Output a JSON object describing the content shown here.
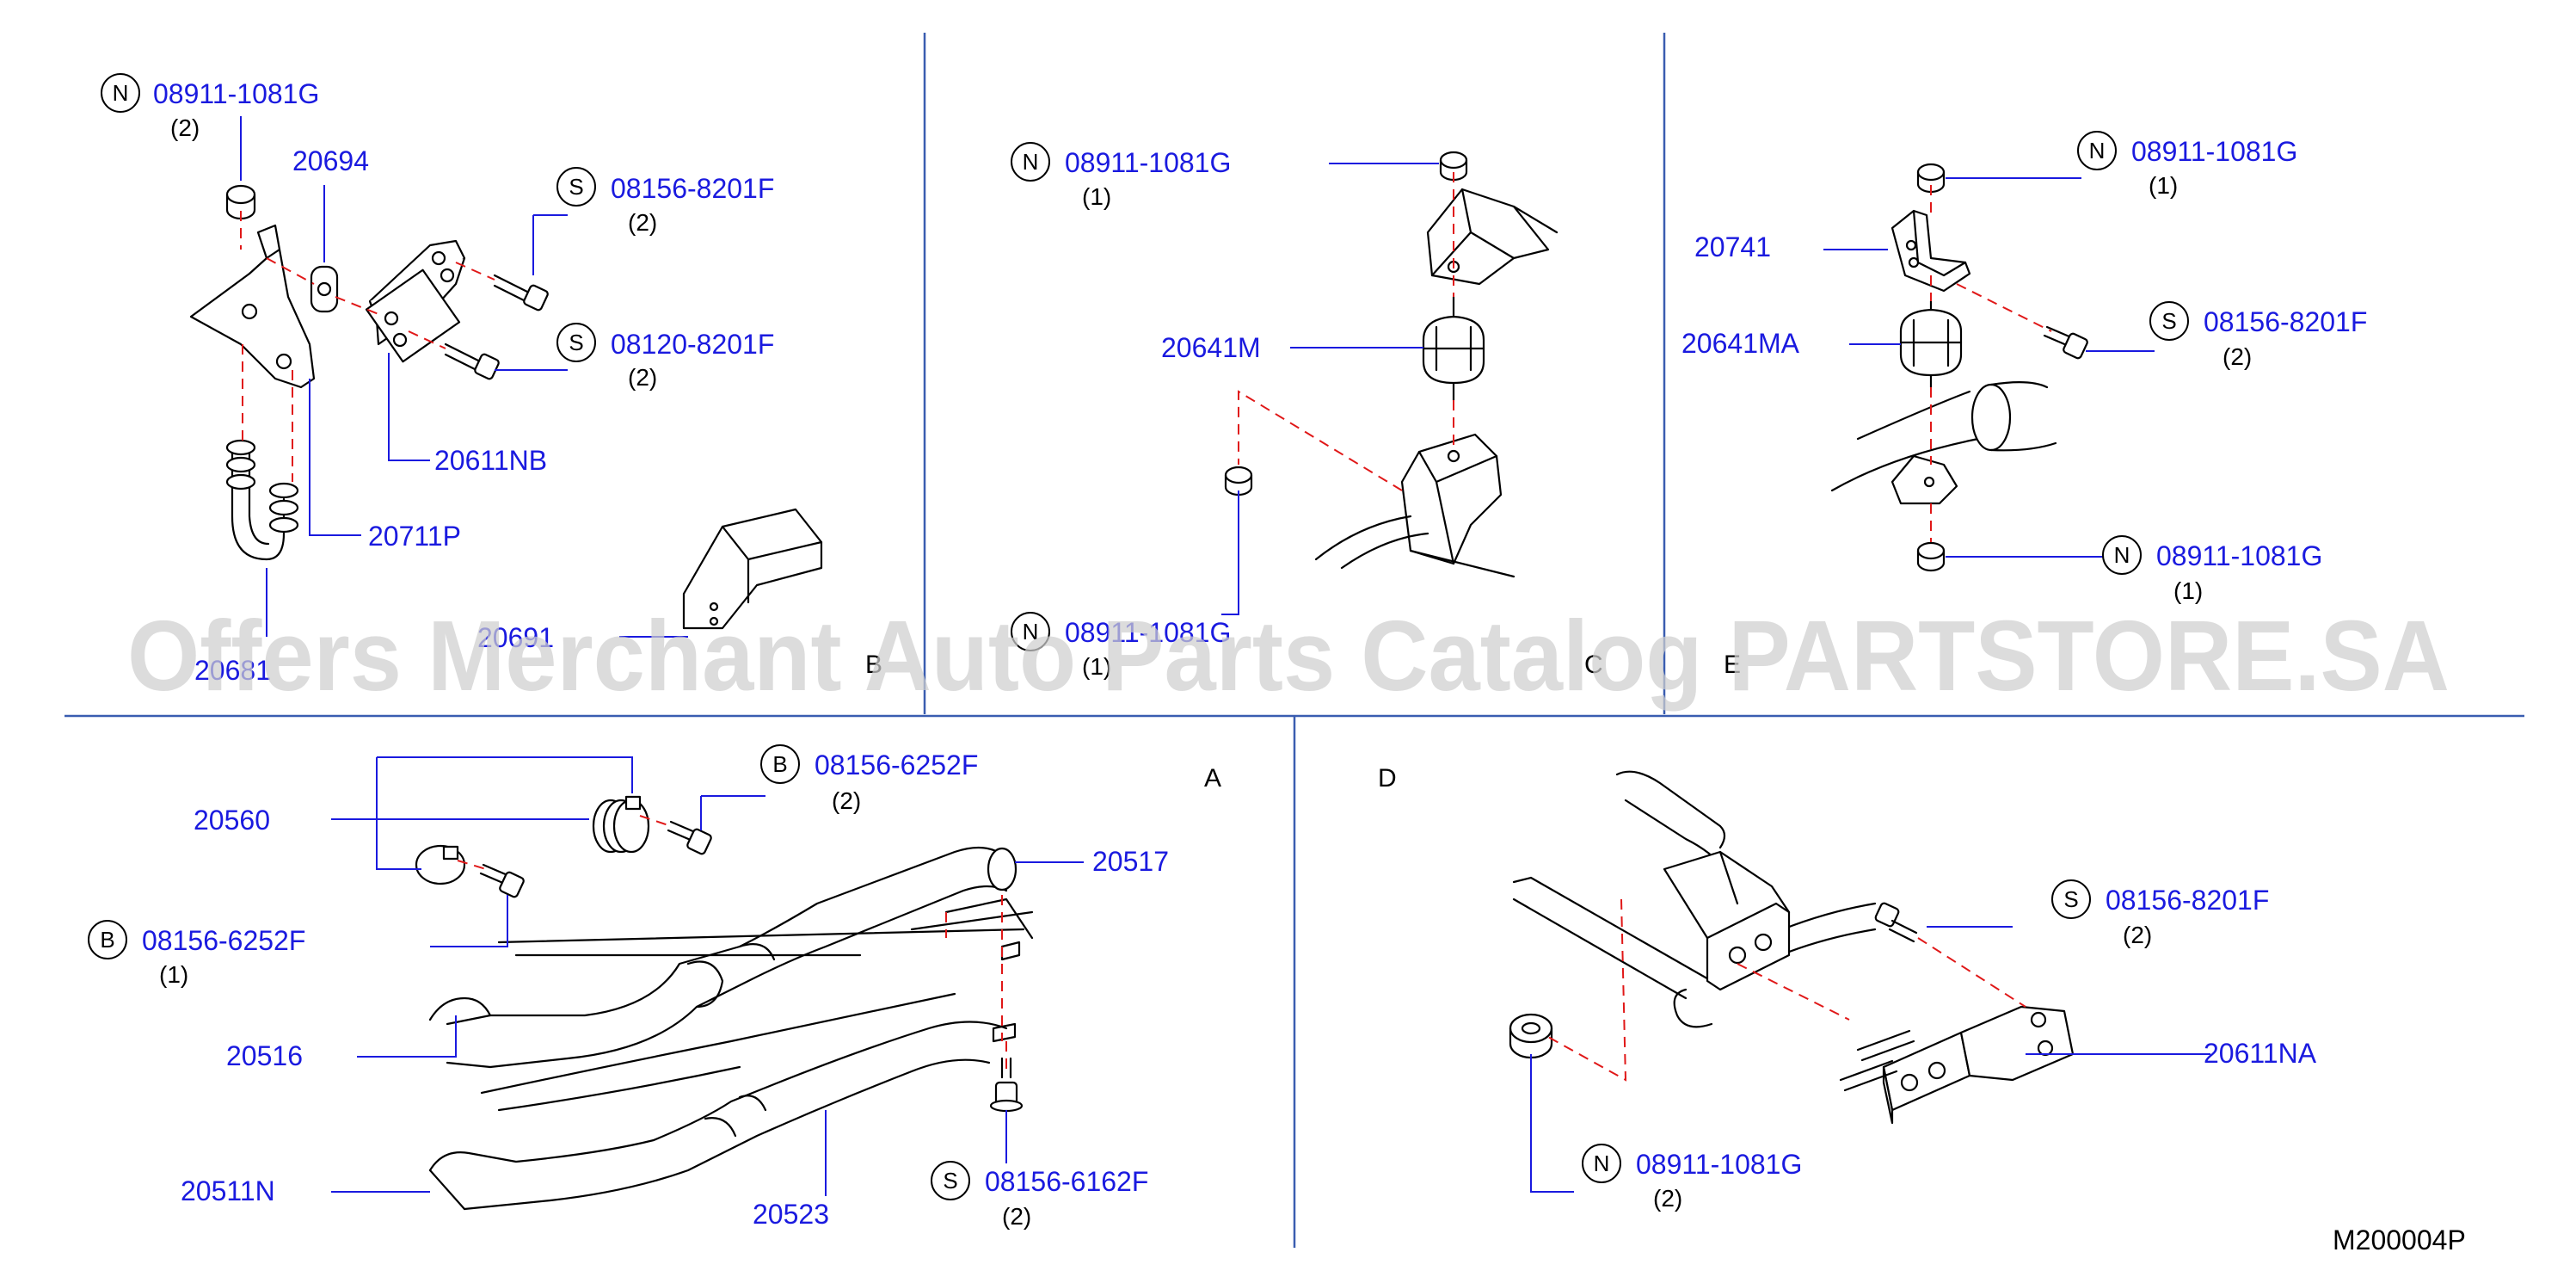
{
  "sections": {
    "a": "A",
    "b": "B",
    "c": "C",
    "d": "D",
    "e": "E"
  },
  "parts": {
    "p20694": "20694",
    "p20611NB": "20611NB",
    "p20711P": "20711P",
    "p20691": "20691",
    "p20681": "20681",
    "p20641M": "20641M",
    "p20741": "20741",
    "p20641MA": "20641MA",
    "p20560": "20560",
    "p20517": "20517",
    "p20516": "20516",
    "p20511N": "20511N",
    "p20523": "20523",
    "p20611NA": "20611NA"
  },
  "callouts": [
    {
      "letter": "N",
      "pn": "08911-1081G",
      "qty": "(2)"
    },
    {
      "letter": "S",
      "pn": "08156-8201F",
      "qty": "(2)"
    },
    {
      "letter": "S",
      "pn": "08120-8201F",
      "qty": "(2)"
    },
    {
      "letter": "N",
      "pn": "08911-1081G",
      "qty": "(1)"
    },
    {
      "letter": "N",
      "pn": "08911-1081G",
      "qty": "(1)"
    },
    {
      "letter": "N",
      "pn": "08911-1081G",
      "qty": "(1)"
    },
    {
      "letter": "S",
      "pn": "08156-8201F",
      "qty": "(2)"
    },
    {
      "letter": "N",
      "pn": "08911-1081G",
      "qty": "(1)"
    },
    {
      "letter": "B",
      "pn": "08156-6252F",
      "qty": "(2)"
    },
    {
      "letter": "B",
      "pn": "08156-6252F",
      "qty": "(1)"
    },
    {
      "letter": "S",
      "pn": "08156-6162F",
      "qty": "(2)"
    },
    {
      "letter": "S",
      "pn": "08156-8201F",
      "qty": "(2)"
    },
    {
      "letter": "N",
      "pn": "08911-1081G",
      "qty": "(2)"
    }
  ],
  "watermark": "Offers Merchant Auto Parts Catalog PARTSTORE.SA",
  "diagram_code": "M200004P",
  "colors": {
    "callout_text": "#1a1adf",
    "dashed_line": "#e01818",
    "divider": "#3a5db0",
    "watermark": "#cfcfcf"
  }
}
